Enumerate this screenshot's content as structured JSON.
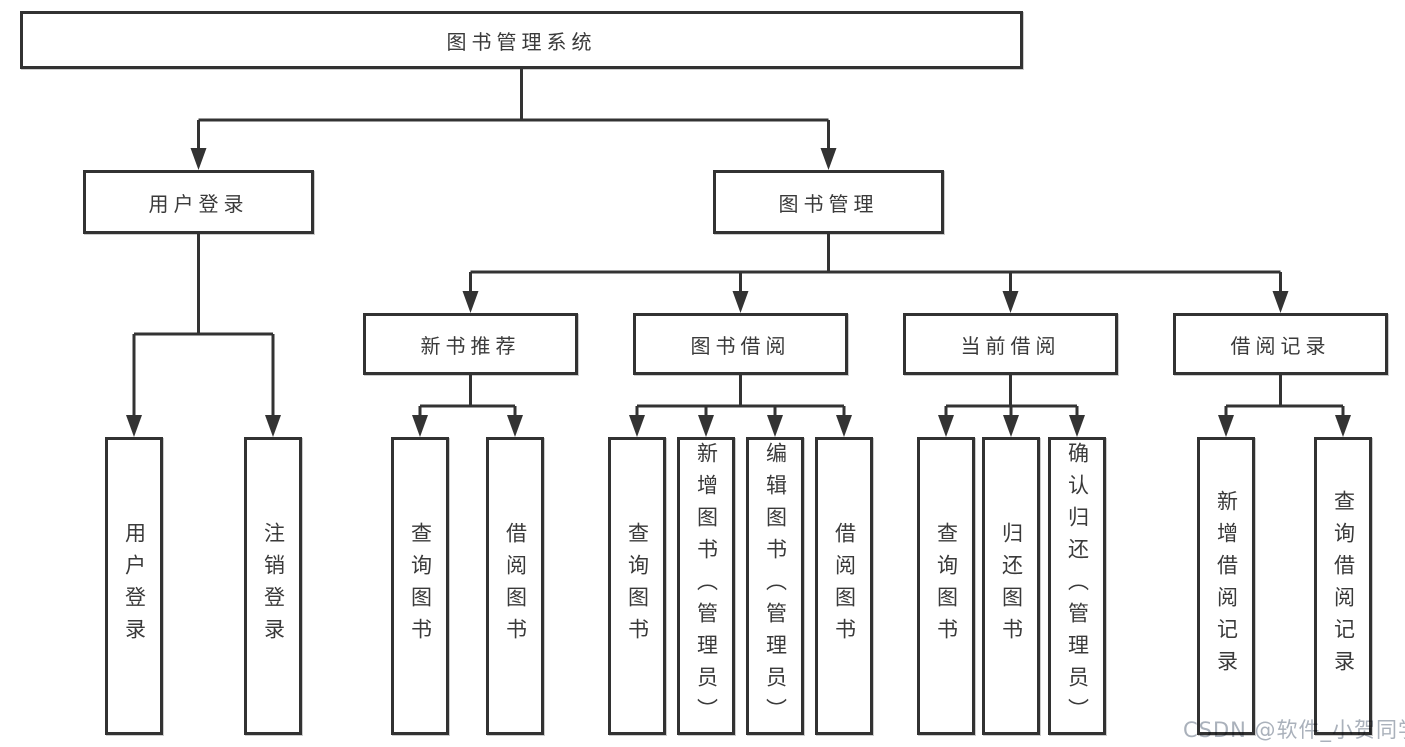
{
  "diagram": {
    "root": {
      "label": "图书管理系统"
    },
    "branches": [
      {
        "label": "用户登录",
        "children": [
          {
            "label": "用户登录"
          },
          {
            "label": "注销登录"
          }
        ]
      },
      {
        "label": "图书管理",
        "children": [
          {
            "label": "新书推荐",
            "children": [
              {
                "label": "查询图书"
              },
              {
                "label": "借阅图书"
              }
            ]
          },
          {
            "label": "图书借阅",
            "children": [
              {
                "label": "查询图书"
              },
              {
                "label": "新增图书（管理员）"
              },
              {
                "label": "编辑图书（管理员）"
              },
              {
                "label": "借阅图书"
              }
            ]
          },
          {
            "label": "当前借阅",
            "children": [
              {
                "label": "查询图书"
              },
              {
                "label": "归还图书"
              },
              {
                "label": "确认归还（管理员）"
              }
            ]
          },
          {
            "label": "借阅记录",
            "children": [
              {
                "label": "新增借阅记录"
              },
              {
                "label": "查询借阅记录"
              }
            ]
          }
        ]
      }
    ]
  },
  "watermark": {
    "text": "CSDN @软件_小贺同学",
    "color": "#aab1bb"
  },
  "colors": {
    "line": "#333333",
    "box_border": "#323232",
    "box_fill": "#ffffff",
    "text": "#3a3a3a",
    "background": "#ffffff"
  }
}
